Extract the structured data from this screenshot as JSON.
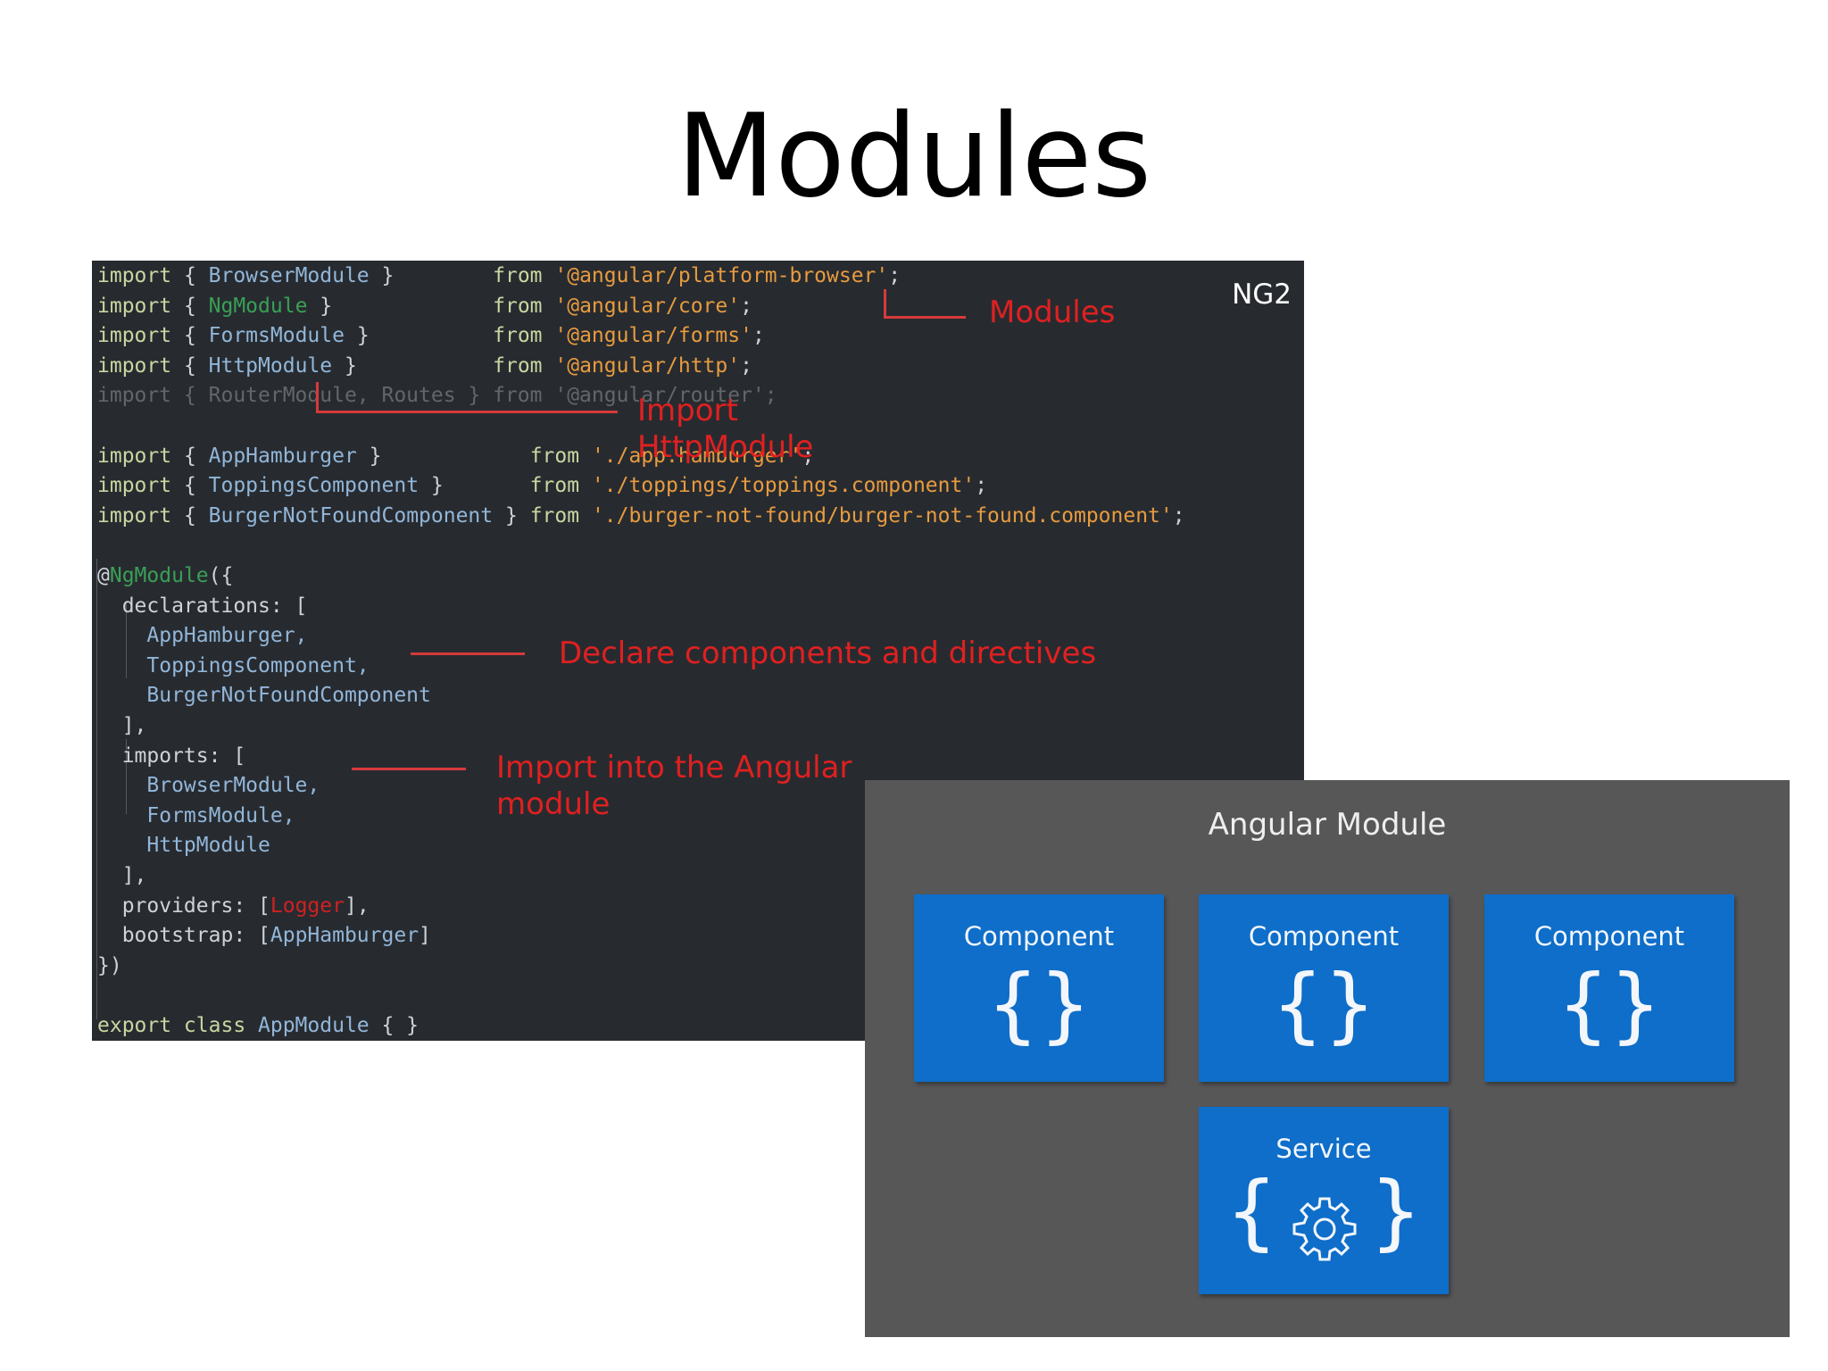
{
  "slide": {
    "title": "Modules"
  },
  "code_panel": {
    "tag": "NG2",
    "lines": [
      [
        {
          "t": "import",
          "c": "kw"
        },
        {
          "t": " { ",
          "c": "pn"
        },
        {
          "t": "BrowserModule",
          "c": "id"
        },
        {
          "t": " }        ",
          "c": "pn"
        },
        {
          "t": "from",
          "c": "kw"
        },
        {
          "t": " ",
          "c": "pn"
        },
        {
          "t": "'@angular/platform-browser'",
          "c": "str"
        },
        {
          "t": ";",
          "c": "pn"
        }
      ],
      [
        {
          "t": "import",
          "c": "kw"
        },
        {
          "t": " { ",
          "c": "pn"
        },
        {
          "t": "NgModule",
          "c": "ng"
        },
        {
          "t": " }             ",
          "c": "pn"
        },
        {
          "t": "from",
          "c": "kw"
        },
        {
          "t": " ",
          "c": "pn"
        },
        {
          "t": "'@angular/core'",
          "c": "str"
        },
        {
          "t": ";",
          "c": "pn"
        }
      ],
      [
        {
          "t": "import",
          "c": "kw"
        },
        {
          "t": " { ",
          "c": "pn"
        },
        {
          "t": "FormsModule",
          "c": "id"
        },
        {
          "t": " }          ",
          "c": "pn"
        },
        {
          "t": "from",
          "c": "kw"
        },
        {
          "t": " ",
          "c": "pn"
        },
        {
          "t": "'@angular/forms'",
          "c": "str"
        },
        {
          "t": ";",
          "c": "pn"
        }
      ],
      [
        {
          "t": "import",
          "c": "kw"
        },
        {
          "t": " { ",
          "c": "pn"
        },
        {
          "t": "HttpModule",
          "c": "id"
        },
        {
          "t": " }           ",
          "c": "pn"
        },
        {
          "t": "from",
          "c": "kw"
        },
        {
          "t": " ",
          "c": "pn"
        },
        {
          "t": "'@angular/http'",
          "c": "str"
        },
        {
          "t": ";",
          "c": "pn"
        }
      ],
      [
        {
          "t": "import { RouterModule, Routes } from '@angular/router';",
          "c": "pn dim"
        }
      ],
      [],
      [
        {
          "t": "import",
          "c": "kw"
        },
        {
          "t": " { ",
          "c": "pn"
        },
        {
          "t": "AppHamburger",
          "c": "id"
        },
        {
          "t": " }            ",
          "c": "pn"
        },
        {
          "t": "from",
          "c": "kw"
        },
        {
          "t": " ",
          "c": "pn"
        },
        {
          "t": "'./app.hamburger'",
          "c": "str"
        },
        {
          "t": ";",
          "c": "pn"
        }
      ],
      [
        {
          "t": "import",
          "c": "kw"
        },
        {
          "t": " { ",
          "c": "pn"
        },
        {
          "t": "ToppingsComponent",
          "c": "id"
        },
        {
          "t": " }       ",
          "c": "pn"
        },
        {
          "t": "from",
          "c": "kw"
        },
        {
          "t": " ",
          "c": "pn"
        },
        {
          "t": "'./toppings/toppings.component'",
          "c": "str"
        },
        {
          "t": ";",
          "c": "pn"
        }
      ],
      [
        {
          "t": "import",
          "c": "kw"
        },
        {
          "t": " { ",
          "c": "pn"
        },
        {
          "t": "BurgerNotFoundComponent",
          "c": "id"
        },
        {
          "t": " } ",
          "c": "pn"
        },
        {
          "t": "from",
          "c": "kw"
        },
        {
          "t": " ",
          "c": "pn"
        },
        {
          "t": "'./burger-not-found/burger-not-found.component'",
          "c": "str"
        },
        {
          "t": ";",
          "c": "pn"
        }
      ],
      [],
      [
        {
          "t": "@",
          "c": "pn"
        },
        {
          "t": "NgModule",
          "c": "ng"
        },
        {
          "t": "({",
          "c": "pn"
        }
      ],
      [
        {
          "t": "  declarations: [",
          "c": "pn"
        }
      ],
      [
        {
          "t": "    AppHamburger,",
          "c": "id"
        }
      ],
      [
        {
          "t": "    ToppingsComponent,",
          "c": "id"
        }
      ],
      [
        {
          "t": "    BurgerNotFoundComponent",
          "c": "id"
        }
      ],
      [
        {
          "t": "  ],",
          "c": "pn"
        }
      ],
      [
        {
          "t": "  imports: [",
          "c": "pn"
        }
      ],
      [
        {
          "t": "    BrowserModule,",
          "c": "id"
        }
      ],
      [
        {
          "t": "    FormsModule,",
          "c": "id"
        }
      ],
      [
        {
          "t": "    HttpModule",
          "c": "id"
        }
      ],
      [
        {
          "t": "  ],",
          "c": "pn"
        }
      ],
      [
        {
          "t": "  providers: [",
          "c": "pn"
        },
        {
          "t": "Logger",
          "c": "lg"
        },
        {
          "t": "],",
          "c": "pn"
        }
      ],
      [
        {
          "t": "  bootstrap: [",
          "c": "pn"
        },
        {
          "t": "AppHamburger",
          "c": "id"
        },
        {
          "t": "]",
          "c": "pn"
        }
      ],
      [
        {
          "t": "})",
          "c": "pn"
        }
      ],
      [],
      [
        {
          "t": "export class ",
          "c": "kw"
        },
        {
          "t": "AppModule",
          "c": "id"
        },
        {
          "t": " { }",
          "c": "pn"
        }
      ]
    ]
  },
  "annotations": {
    "modules": "Modules",
    "import_http": "Import HttpModule",
    "declare": "Declare components and directives",
    "import_into": "Import into the Angular module"
  },
  "module_diagram": {
    "title": "Angular Module",
    "components": [
      "Component",
      "Component",
      "Component"
    ],
    "braces": "{}",
    "service_label": "Service",
    "service_left_brace": "{",
    "service_right_brace": "}",
    "icon": "gear-icon"
  }
}
